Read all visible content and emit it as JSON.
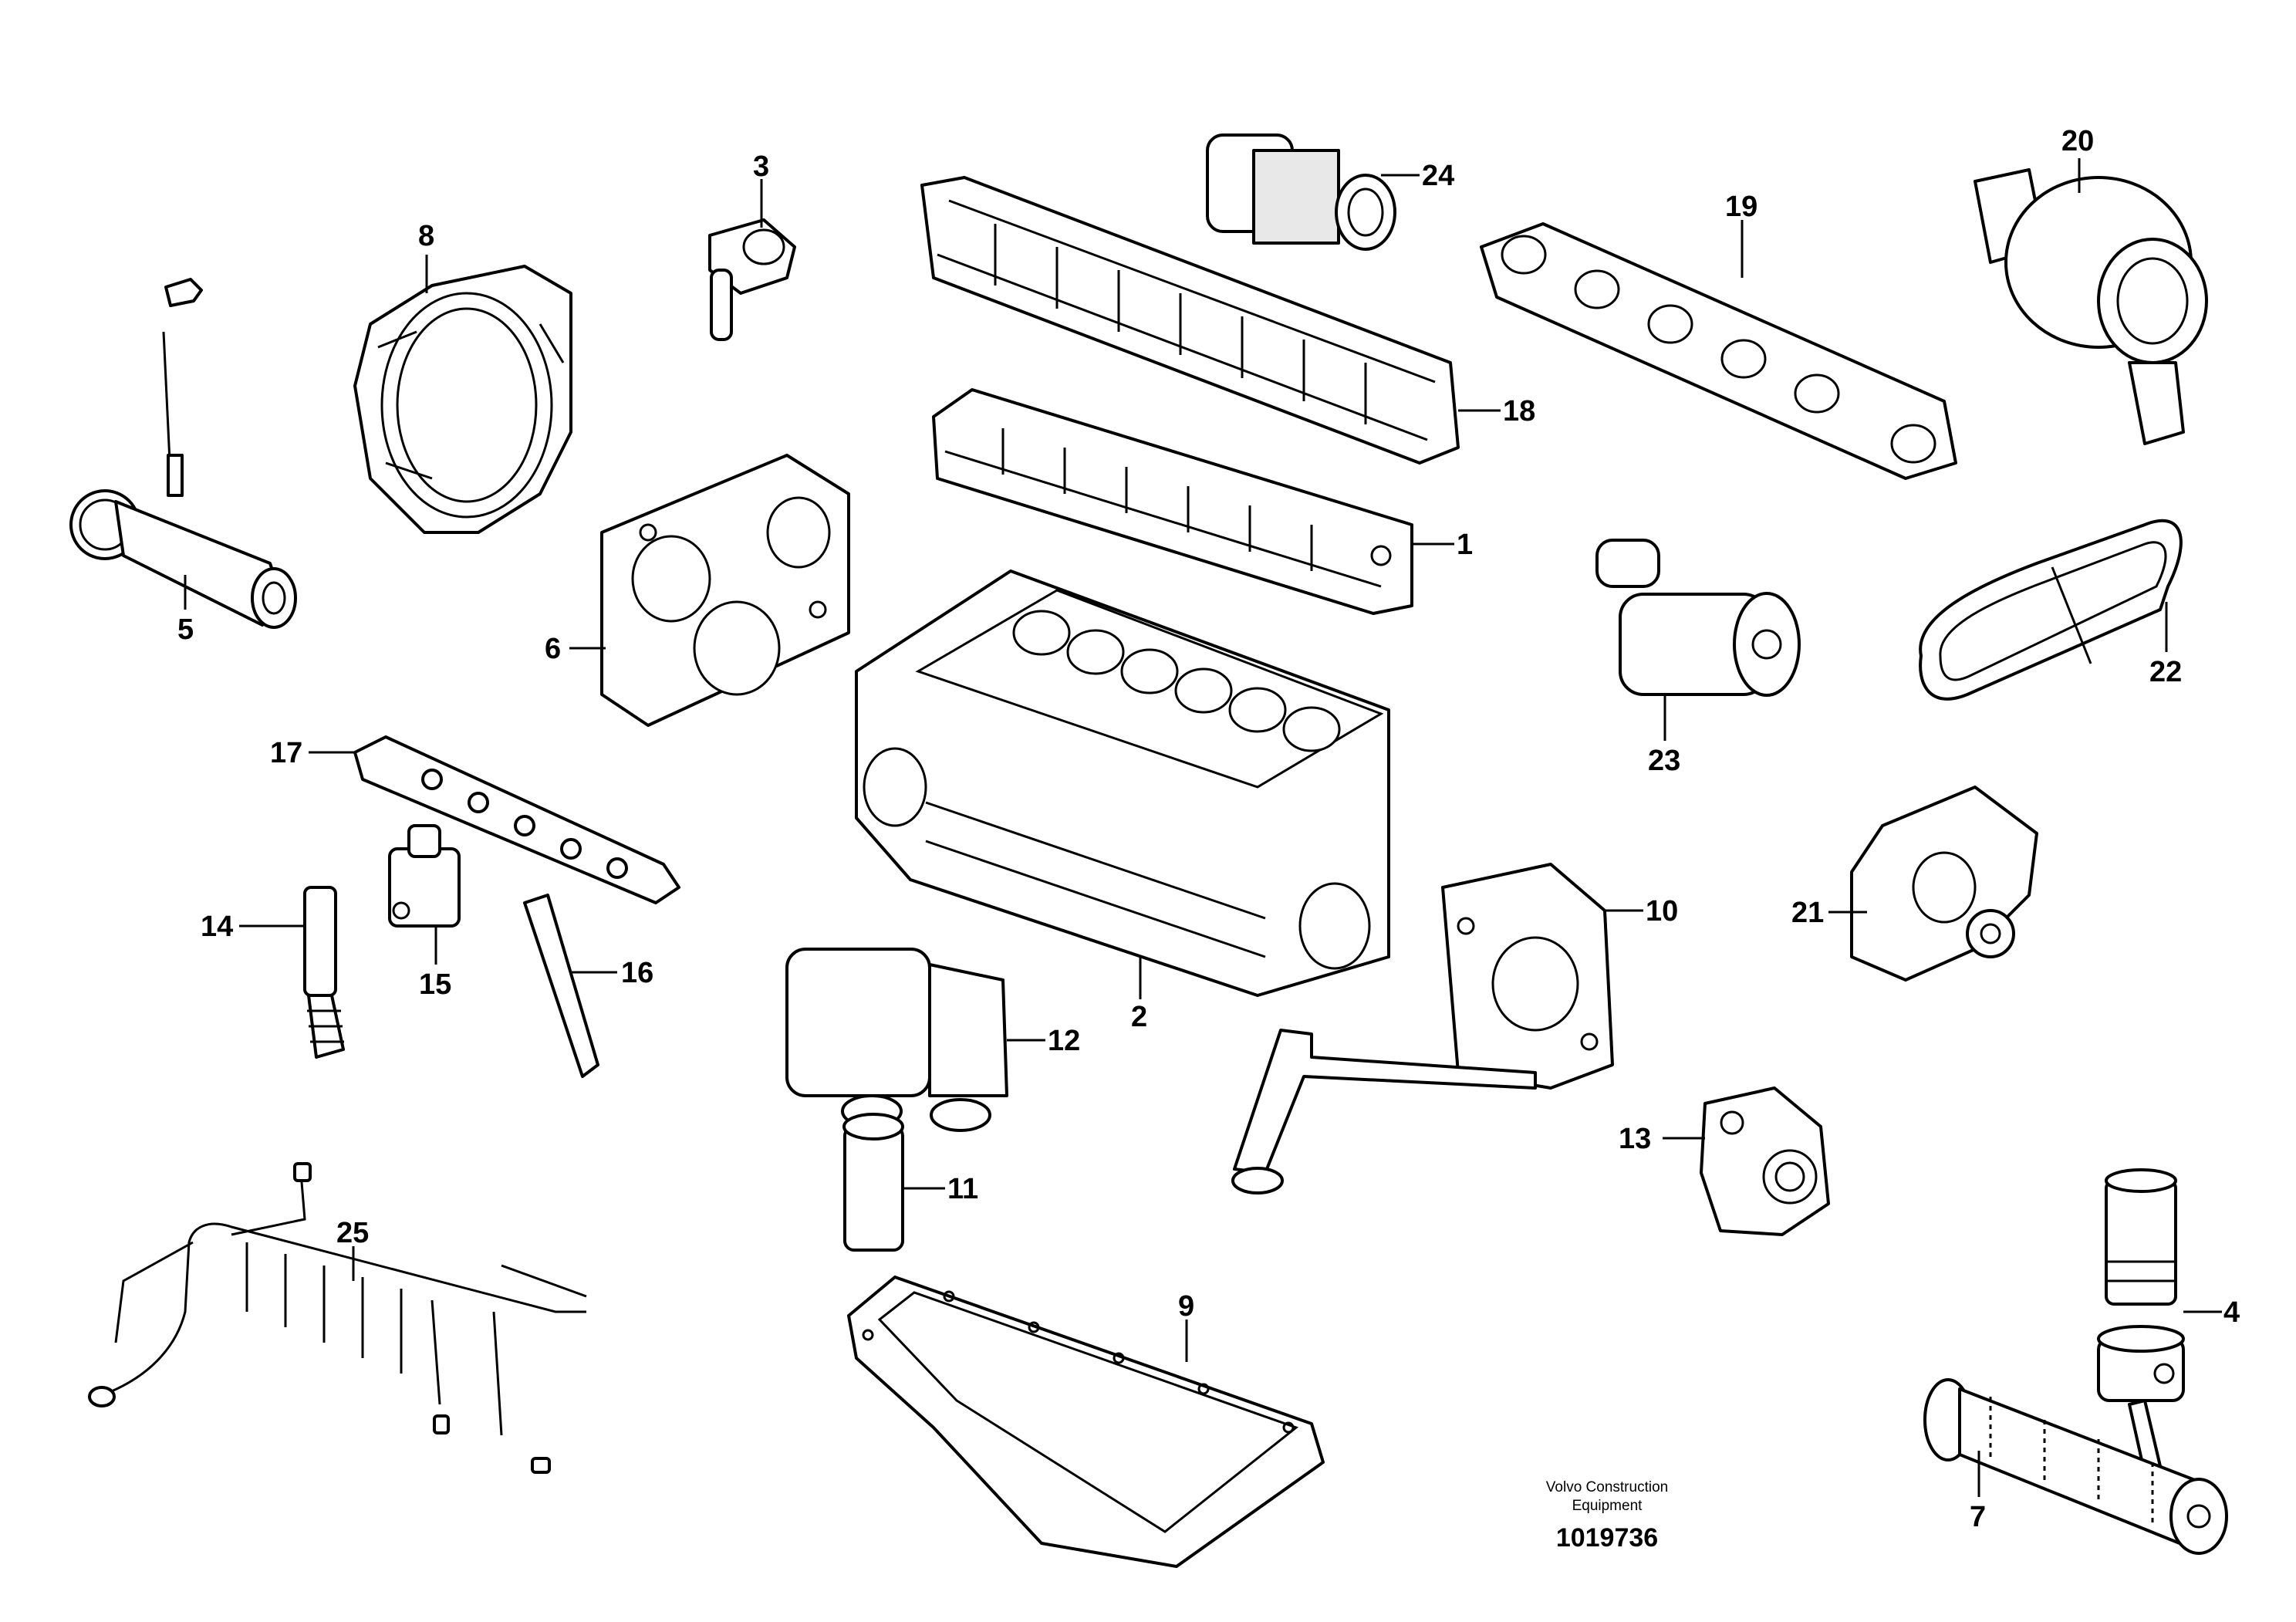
{
  "diagram": {
    "callouts": {
      "1": "1",
      "2": "2",
      "3": "3",
      "4": "4",
      "5": "5",
      "6": "6",
      "7": "7",
      "8": "8",
      "9": "9",
      "10": "10",
      "11": "11",
      "12": "12",
      "13": "13",
      "14": "14",
      "15": "15",
      "16": "16",
      "17": "17",
      "18": "18",
      "19": "19",
      "20": "20",
      "21": "21",
      "22": "22",
      "23": "23",
      "24": "24",
      "25": "25"
    },
    "footer": {
      "line1": "Volvo Construction",
      "line2": "Equipment",
      "figure_number": "1019736"
    }
  }
}
